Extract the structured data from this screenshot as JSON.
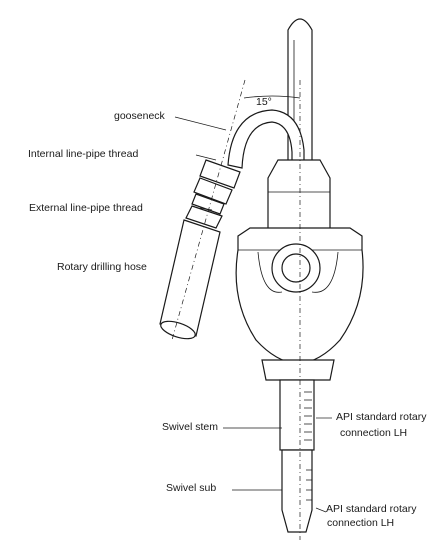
{
  "labels": {
    "gooseneck": "gooseneck",
    "angle": "15°",
    "internal_thread": "Internal line-pipe thread",
    "external_thread": "External line-pipe thread",
    "hose": "Rotary drilling hose",
    "swivel_stem": "Swivel stem",
    "api_conn_1_line1": "API standard rotary",
    "api_conn_1_line2": "connection LH",
    "swivel_sub": "Swivel sub",
    "api_conn_2_line1": "API standard rotary",
    "api_conn_2_line2": "connection LH"
  }
}
